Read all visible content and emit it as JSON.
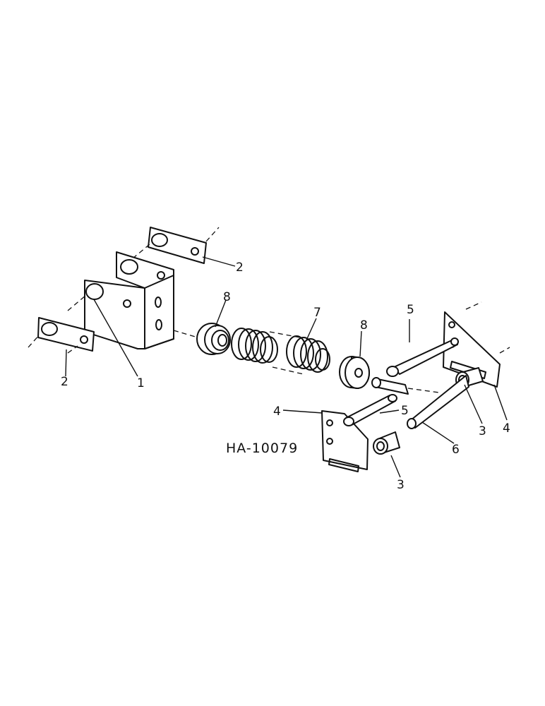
{
  "drawing_number": "HA-10079",
  "callouts": {
    "c1": "1",
    "c2a": "2",
    "c2b": "2",
    "c3a": "3",
    "c3b": "3",
    "c4a": "4",
    "c4b": "4",
    "c5a": "5",
    "c5b": "5",
    "c6": "6",
    "c7": "7",
    "c8a": "8",
    "c8b": "8"
  }
}
